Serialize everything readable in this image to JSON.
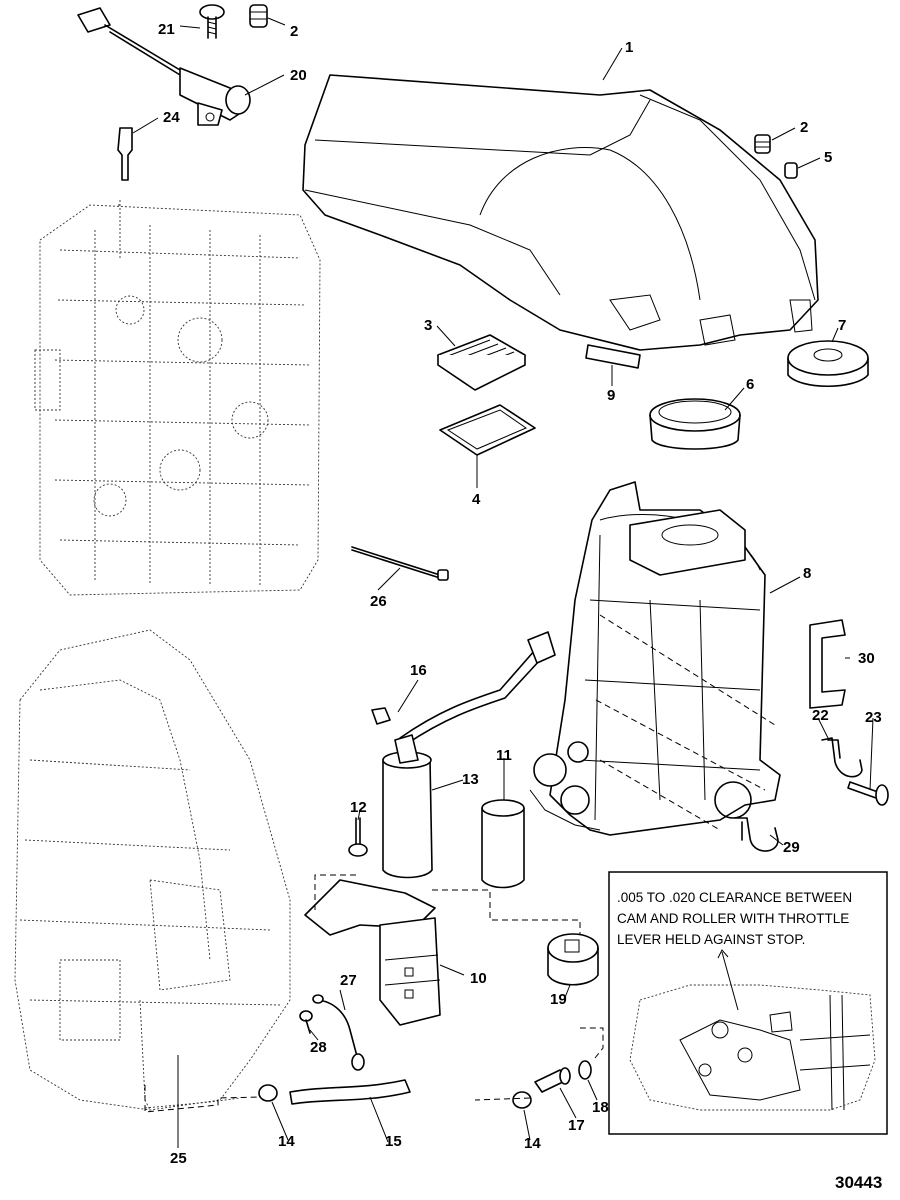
{
  "callouts": {
    "c1": "1",
    "c2a": "2",
    "c2b": "2",
    "c3": "3",
    "c4": "4",
    "c5": "5",
    "c6": "6",
    "c7": "7",
    "c8": "8",
    "c9": "9",
    "c10": "10",
    "c11": "11",
    "c12": "12",
    "c13": "13",
    "c14a": "14",
    "c14b": "14",
    "c15": "15",
    "c16": "16",
    "c17": "17",
    "c18": "18",
    "c19": "19",
    "c20": "20",
    "c21": "21",
    "c22": "22",
    "c23": "23",
    "c24": "24",
    "c25": "25",
    "c26": "26",
    "c27": "27",
    "c28": "28",
    "c29": "29",
    "c30": "30"
  },
  "note": {
    "line1": ".005 TO .020 CLEARANCE BETWEEN",
    "line2": "CAM AND ROLLER WITH THROTTLE",
    "line3": "LEVER HELD AGAINST STOP."
  },
  "figure_number": "30443"
}
